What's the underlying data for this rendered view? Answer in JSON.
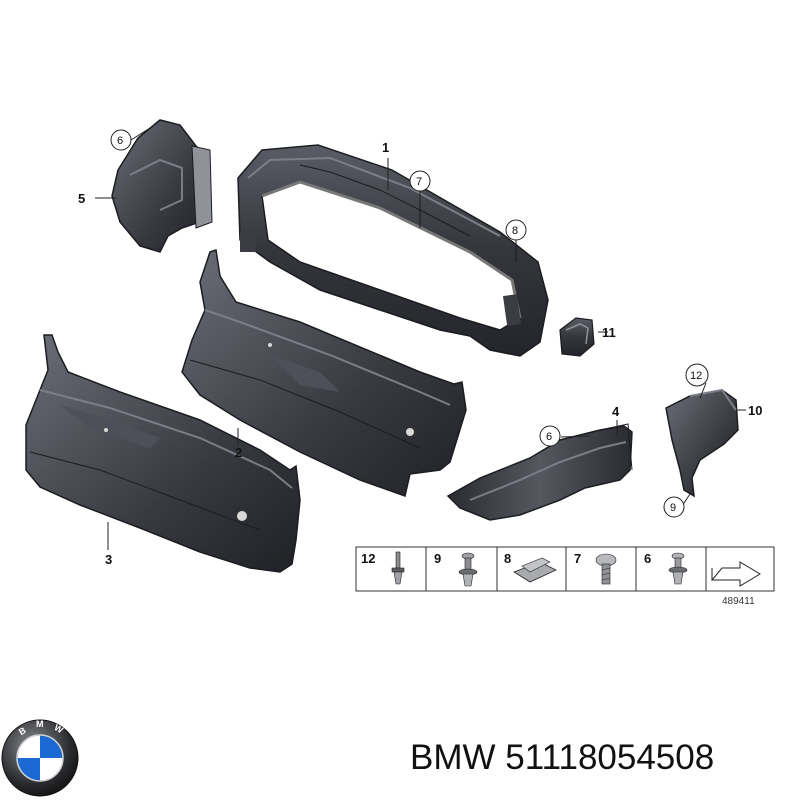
{
  "callouts": {
    "c1": "1",
    "c2": "2",
    "c3": "3",
    "c4": "4",
    "c5": "5",
    "c6a": "6",
    "c6b": "6",
    "c7": "7",
    "c8": "8",
    "c9": "9",
    "c10": "10",
    "c11": "11",
    "c12": "12"
  },
  "legend": {
    "items": [
      "12",
      "9",
      "8",
      "7",
      "6"
    ],
    "figure_number": "489411"
  },
  "caption": {
    "brand": "BMW",
    "part_number": "51118054508"
  },
  "logo": {
    "name": "bmw-roundel-logo",
    "letters": "BMW"
  },
  "colors": {
    "part_fill": "#2e3036",
    "part_mid": "#4a4d55",
    "part_light": "#6b6f78",
    "line": "#222222",
    "logo_blue": "#1c69d4"
  }
}
